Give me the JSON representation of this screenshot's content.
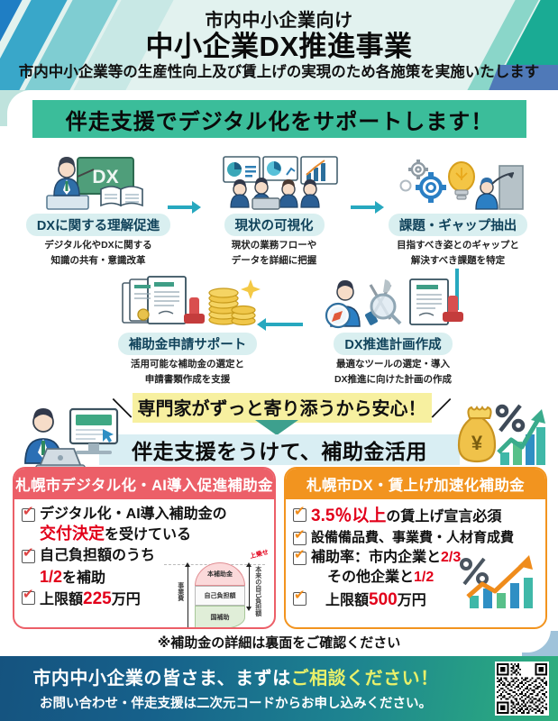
{
  "header": {
    "eyebrow": "市内中小企業向け",
    "title": "中小企業DX推進事業",
    "subtitle": "市内中小企業等の生産性向上及び賃上げの実現のため各施策を実施いたします",
    "bg_color": "#e2f2ef",
    "accent_colors": [
      "#1f7ec4",
      "#39a7c9",
      "#7fcdd2",
      "#1aab94",
      "#4f79b8"
    ]
  },
  "banner": {
    "text": "伴走支援でデジタル化をサポートします！",
    "bg_color": "#3bbd9a"
  },
  "flow": {
    "steps": [
      {
        "id": "step-understanding",
        "title": "DXに関する理解促進",
        "desc_line1": "デジタル化やDXに関する",
        "desc_line2": "知識の共有・意識改革",
        "icon": "teacher-blackboard-dx-icon"
      },
      {
        "id": "step-visualization",
        "title": "現状の可視化",
        "desc_line1": "現状の業務フローや",
        "desc_line2": "データを詳細に把握",
        "icon": "team-dashboard-charts-icon"
      },
      {
        "id": "step-gap-analysis",
        "title": "課題・ギャップ抽出",
        "desc_line1": "目指すべき姿とのギャップと",
        "desc_line2": "解決すべき課題を特定",
        "icon": "gears-lightbulb-icon"
      },
      {
        "id": "step-subsidy-support",
        "title": "補助金申請サポート",
        "desc_line1": "活用可能な補助金の選定と",
        "desc_line2": "申請書類作成を支援",
        "icon": "documents-stamp-coins-icon"
      },
      {
        "id": "step-dx-plan",
        "title": "DX推進計画作成",
        "desc_line1": "最適なツールの選定・導入",
        "desc_line2": "DX推進に向けた計画の作成",
        "icon": "compass-tools-document-icon"
      }
    ],
    "arrow_color": "#27a8bf",
    "pill_color": "#d9eff0"
  },
  "assurance": {
    "slash_left": "＼",
    "text": "専門家がずっと寄り添うから安心！",
    "slash_right": "／",
    "highlight_color": "#f7f0a0"
  },
  "result": {
    "text": "伴走支援をうけて、補助金活用",
    "bg_color": "#d9eef3"
  },
  "illustrations": {
    "left": "businessman-laptop-monitor-icon",
    "right": "money-bag-percent-growth-chart-icon"
  },
  "cards": [
    {
      "id": "card-digital-ai",
      "title": "札幌市デジタル化・AI導入促進補助金",
      "accent": "#ec5f68",
      "items": [
        {
          "text_plain": "デジタル化・AI導入補助金の",
          "text_emph": "交付決定",
          "text_tail": "を受けている"
        },
        {
          "text_plain": "自己負担額のうち",
          "text_emph": "1/2",
          "text_tail": "を補助"
        },
        {
          "text_plain": "上限額",
          "text_emph": "225",
          "text_tail": "万円"
        }
      ],
      "diagram": {
        "label_top": "上乗せ",
        "label_left": "事業費",
        "label_right": "本来の自己負担額",
        "layers": [
          {
            "name": "本補助金",
            "color": "#fbd9da"
          },
          {
            "name": "自己負担額",
            "color": "#fafafa"
          },
          {
            "name": "国補助",
            "color": "#e0eed8"
          }
        ]
      }
    },
    {
      "id": "card-dx-wage",
      "title": "札幌市DX・賃上げ加速化補助金",
      "accent": "#f2941f",
      "items": [
        {
          "emph_lead": "3.5％以上",
          "text": "の賃上げ宣言必須"
        },
        {
          "text": "設備備品費、事業費・人材育成費"
        },
        {
          "text_plain": "補助率：市内企業と",
          "text_emph": "2/3"
        },
        {
          "sub": true,
          "text_plain": "その他企業と",
          "text_emph": "1/2"
        },
        {
          "text_plain": "上限額",
          "text_emph": "500",
          "text_tail": "万円"
        }
      ]
    }
  ],
  "note": "※補助金の詳細は裏面をご確認ください",
  "footer": {
    "headline_plain": "市内中小企業の皆さま、まずは",
    "headline_emph": "ご相談ください！",
    "subline": "お問い合わせ・伴走支援は二次元コードからお申し込みください。",
    "emph_color": "#e8f06a",
    "qr_label": "qr-code"
  }
}
